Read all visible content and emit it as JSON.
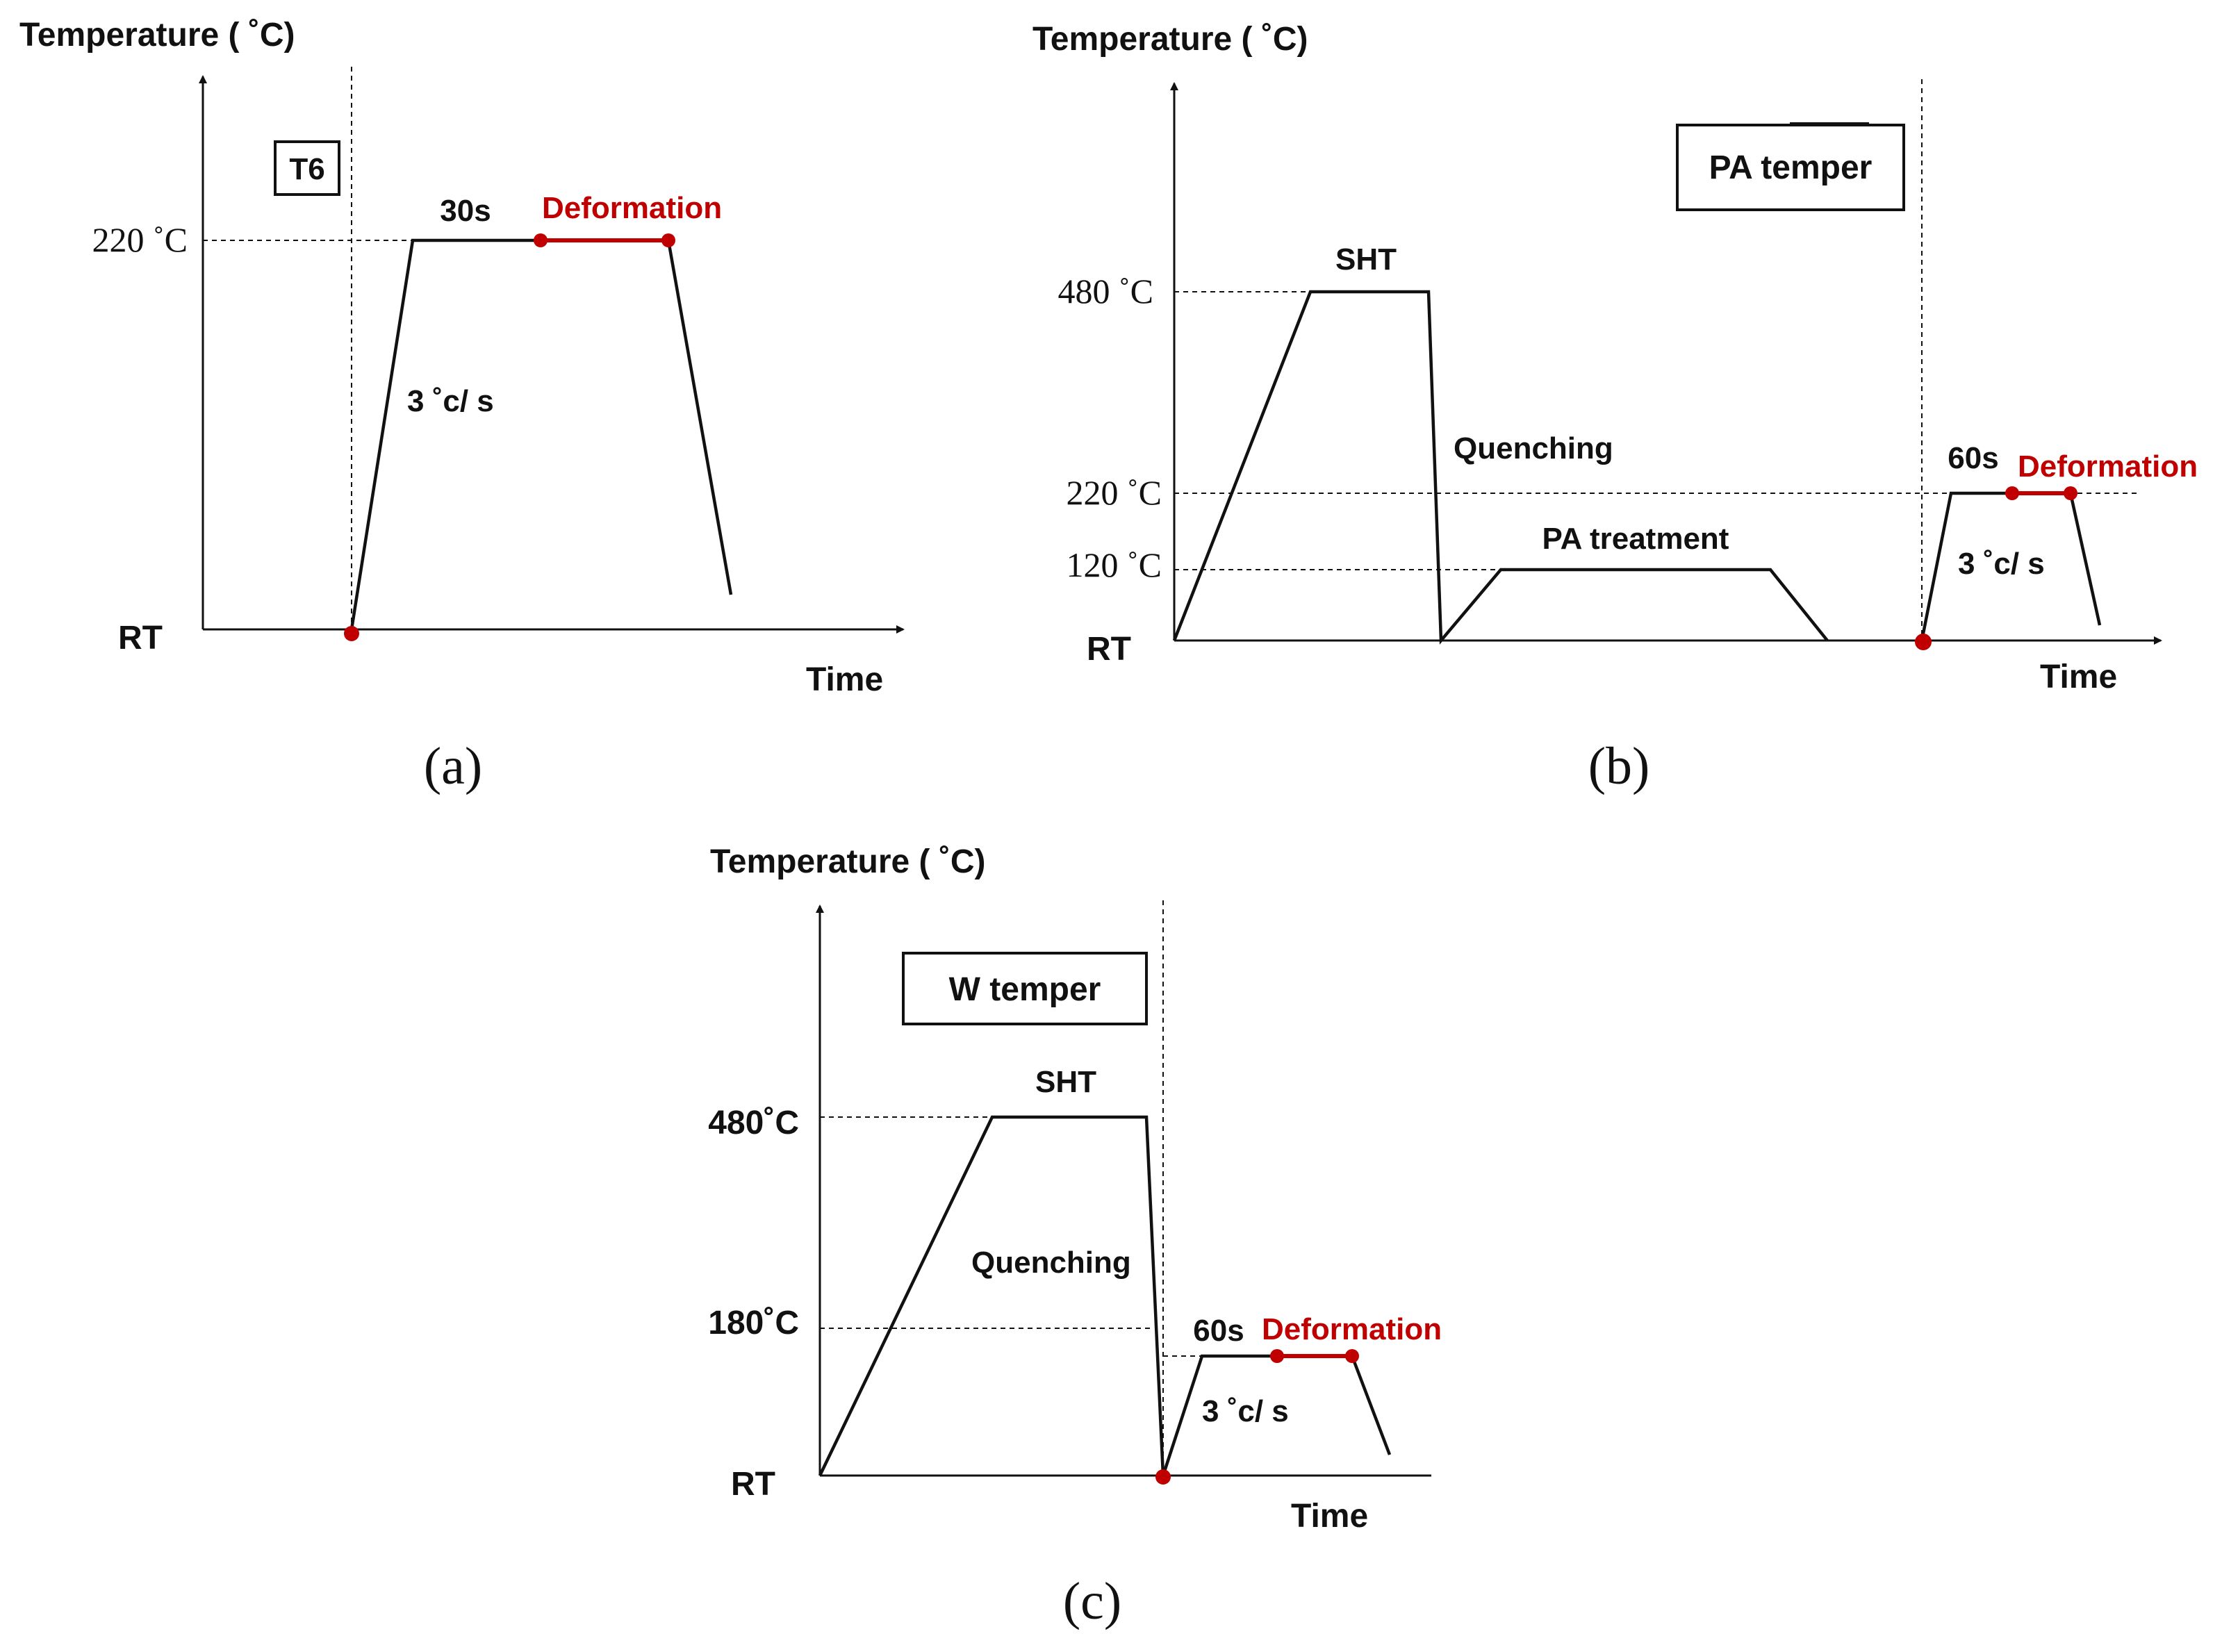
{
  "panels": {
    "a": {
      "caption": "(a)",
      "y_axis_label": "Temperature ( ˚C)",
      "x_axis_label": "Time",
      "badge": "T6",
      "ticks": {
        "t220": "220 ˚C",
        "rt": "RT"
      },
      "annotations": {
        "hold": "30s",
        "rate": "3 ˚c/ s",
        "deformation": "Deformation"
      }
    },
    "b": {
      "caption": "(b)",
      "y_axis_label": "Temperature ( ˚C)",
      "x_axis_label": "Time",
      "badge": "PA temper",
      "ticks": {
        "t480": "480 ˚C",
        "t220": "220 ˚C",
        "t120": "120 ˚C",
        "rt": "RT"
      },
      "annotations": {
        "sht": "SHT",
        "quenching": "Quenching",
        "pa_treatment": "PA treatment",
        "hold": "60s",
        "rate": "3 ˚c/ s",
        "deformation": "Deformation"
      }
    },
    "c": {
      "caption": "(c)",
      "y_axis_label": "Temperature ( ˚C)",
      "x_axis_label": "Time",
      "badge": "W temper",
      "ticks": {
        "t480": "480˚C",
        "t180": "180˚C",
        "rt": "RT"
      },
      "annotations": {
        "sht": "SHT",
        "quenching": "Quenching",
        "hold": "60s",
        "rate": "3 ˚c/ s",
        "deformation": "Deformation"
      }
    }
  },
  "colors": {
    "deformation": "#c00000",
    "ink": "#111111"
  }
}
